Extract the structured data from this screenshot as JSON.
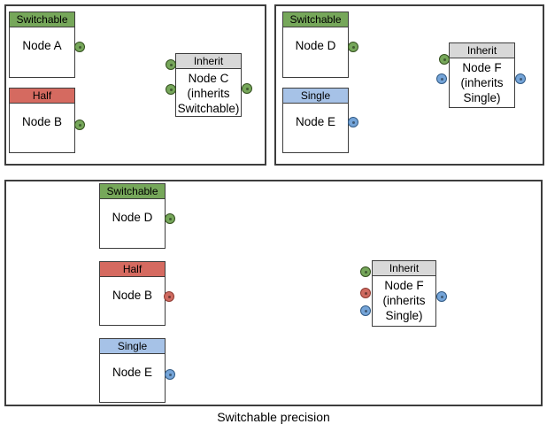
{
  "colors": {
    "switchable_green": "#76a75a",
    "half_red": "#d56a60",
    "single_blue": "#a6c2e7",
    "inherit_gray": "#d8d8d8",
    "port_green": "#76a75a",
    "port_green_border": "#34501f",
    "port_red": "#cf6a60",
    "port_red_border": "#8f3a31",
    "port_blue": "#74a4d8",
    "port_blue_border": "#315a85",
    "box_border": "#3d3d3d",
    "line": "#4d4d4d"
  },
  "caption": "Switchable precision",
  "panel_top_left": {
    "node_a": {
      "type": "Switchable",
      "name": "Node A"
    },
    "node_b": {
      "type": "Half",
      "name": "Node B"
    },
    "node_c": {
      "type": "Inherit",
      "name": "Node C\n(inherits\nSwitchable)"
    }
  },
  "panel_top_right": {
    "node_d": {
      "type": "Switchable",
      "name": "Node D"
    },
    "node_e": {
      "type": "Single",
      "name": "Node E"
    },
    "node_f": {
      "type": "Inherit",
      "name": "Node F\n(inherits\nSingle)"
    }
  },
  "panel_bottom": {
    "node_d": {
      "type": "Switchable",
      "name": "Node D"
    },
    "node_b": {
      "type": "Half",
      "name": "Node B"
    },
    "node_e": {
      "type": "Single",
      "name": "Node E"
    },
    "node_f": {
      "type": "Inherit",
      "name": "Node F\n(inherits\nSingle)"
    }
  }
}
